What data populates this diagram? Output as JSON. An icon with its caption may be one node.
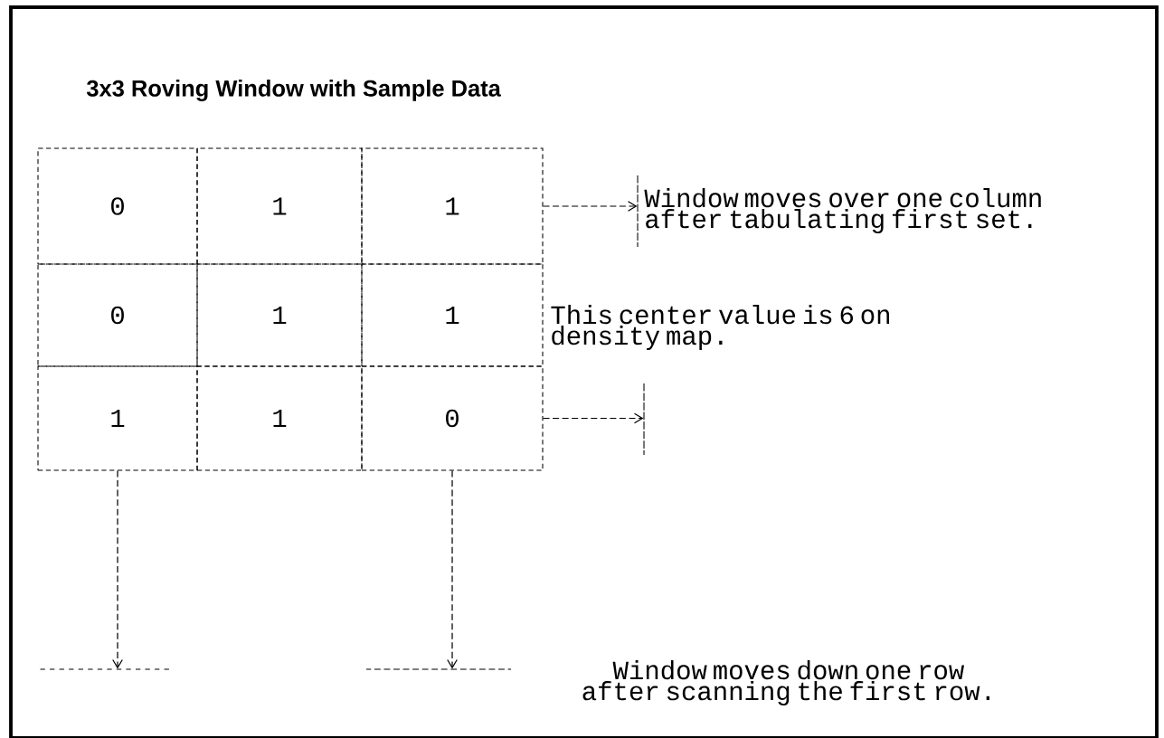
{
  "diagram": {
    "title": "3x3 Roving Window with Sample Data",
    "nodes": [
      {
        "text": [
          "0"
        ]
      },
      {
        "text": [
          "1"
        ]
      },
      {
        "text": [
          "1"
        ]
      },
      {
        "text": [
          "0"
        ]
      },
      {
        "text": [
          "1"
        ]
      },
      {
        "text": [
          "1"
        ]
      },
      {
        "text": [
          "1"
        ]
      },
      {
        "text": [
          "1"
        ]
      },
      {
        "text": [
          "0"
        ]
      },
      {
        "text": [],
        "shape": "bar"
      },
      {
        "text": [],
        "shape": "bar"
      },
      {
        "text": [],
        "shape": "bar"
      },
      {
        "text": [],
        "shape": "bar"
      }
    ],
    "edges": [
      {
        "from": 2,
        "to": 9,
        "arrow": "to",
        "style": "dashed"
      },
      {
        "from": 8,
        "to": 10,
        "arrow": "to",
        "style": "dashed"
      },
      {
        "from": 6,
        "to": 11,
        "arrow": "to",
        "style": "dashed"
      },
      {
        "from": 8,
        "to": 12,
        "arrow": "to",
        "style": "dashed"
      }
    ],
    "labels": [
      "Window moves over one column after tabulating first set.",
      "This center value is 6 on density map.",
      "Window moves down one row after scanning the first row."
    ]
  }
}
